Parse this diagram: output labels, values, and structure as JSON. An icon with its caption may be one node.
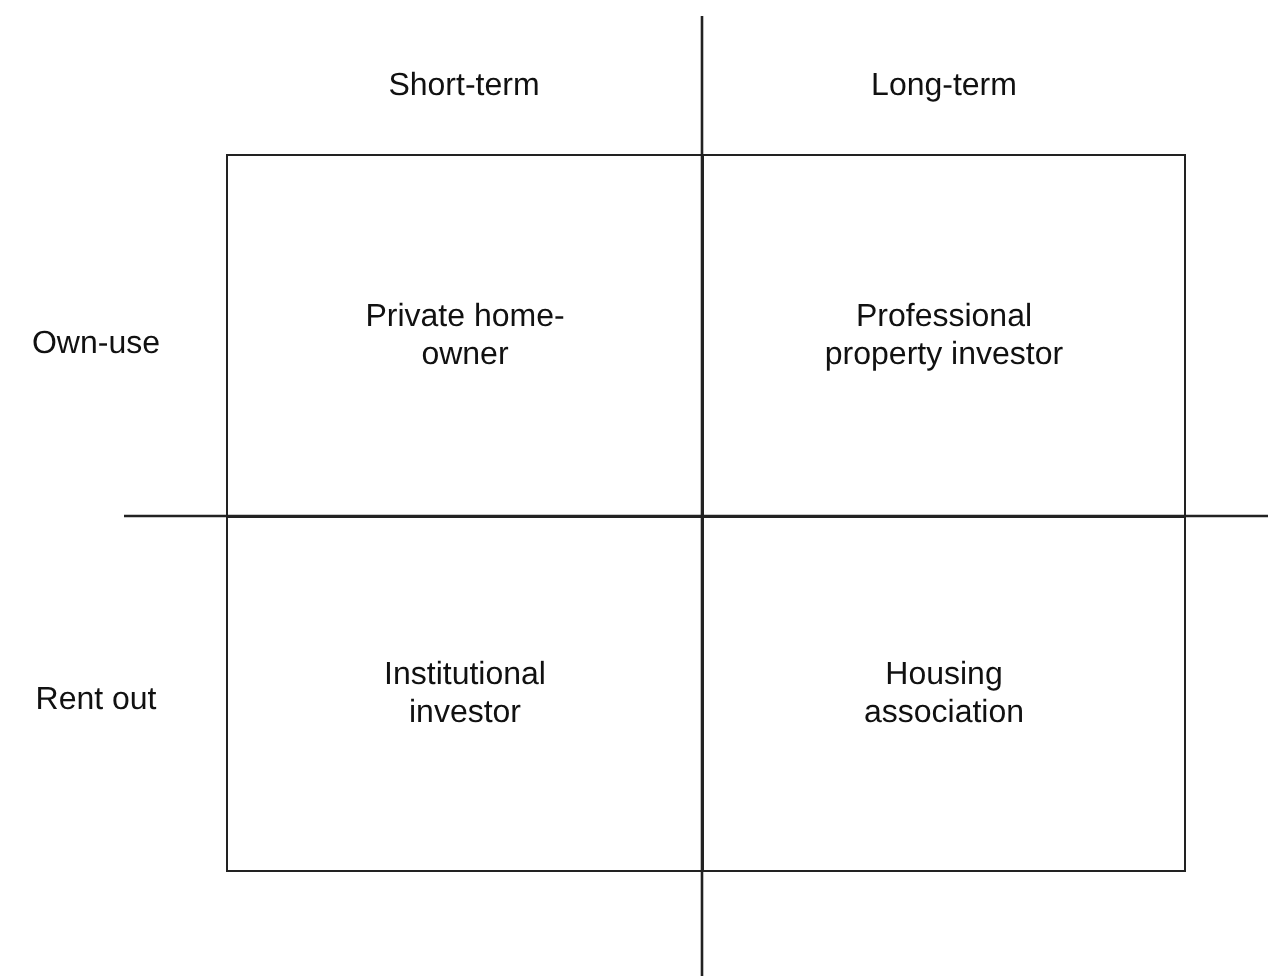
{
  "diagram": {
    "nodes": [
      {
        "text": [
          "Private home-owner"
        ]
      },
      {
        "text": [
          "Professional property investor"
        ]
      },
      {
        "text": [
          "Institutional investor"
        ]
      },
      {
        "text": [
          "Housing association"
        ]
      }
    ],
    "labels": [
      "Short-term",
      "Long-term",
      "Own-use",
      "Rent out"
    ]
  }
}
